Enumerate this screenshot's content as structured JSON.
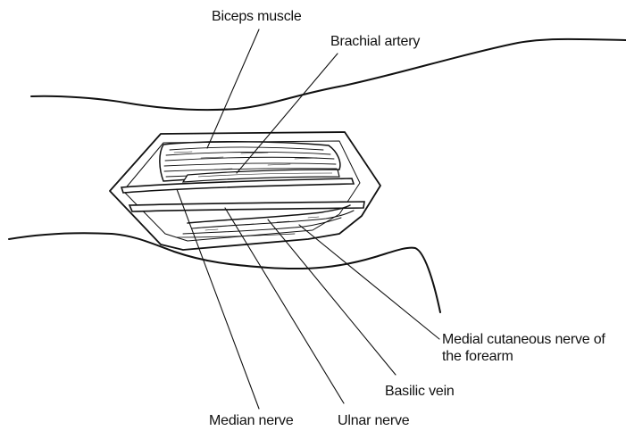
{
  "figure": {
    "labels": {
      "biceps_muscle": "Biceps muscle",
      "brachial_artery": "Brachial artery",
      "medial_cutaneous_nerve_line1": "Medial cutaneous nerve of",
      "medial_cutaneous_nerve_line2": "the forearm",
      "basilic_vein": "Basilic vein",
      "median_nerve": "Median nerve",
      "ulnar_nerve": "Ulnar nerve"
    }
  }
}
